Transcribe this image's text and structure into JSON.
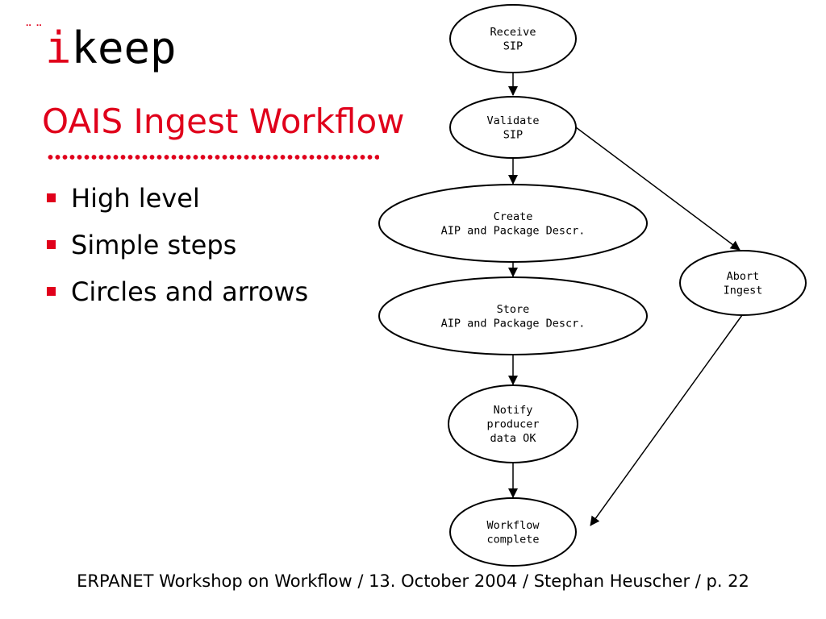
{
  "colors": {
    "accent": "#e0001b",
    "text": "#000000",
    "node_stroke": "#000000"
  },
  "logo": {
    "dots": "¨¨",
    "letter_i": "i",
    "rest": "keep"
  },
  "slide": {
    "title": "OAIS Ingest Workflow",
    "bullets": [
      "High level",
      "Simple steps",
      "Circles and arrows"
    ]
  },
  "diagram": {
    "nodes": [
      {
        "id": "receive",
        "lines": [
          "Receive",
          "SIP"
        ]
      },
      {
        "id": "validate",
        "lines": [
          "Validate",
          "SIP"
        ]
      },
      {
        "id": "create",
        "lines": [
          "Create",
          "AIP and Package Descr."
        ]
      },
      {
        "id": "store",
        "lines": [
          "Store",
          "AIP and Package Descr."
        ]
      },
      {
        "id": "notify",
        "lines": [
          "Notify",
          "producer",
          "data OK"
        ]
      },
      {
        "id": "complete",
        "lines": [
          "Workflow",
          "complete"
        ]
      },
      {
        "id": "abort",
        "lines": [
          "Abort",
          "Ingest"
        ]
      }
    ],
    "edges": [
      [
        "receive",
        "validate"
      ],
      [
        "validate",
        "create"
      ],
      [
        "validate",
        "abort"
      ],
      [
        "create",
        "store"
      ],
      [
        "store",
        "notify"
      ],
      [
        "notify",
        "complete"
      ],
      [
        "abort",
        "complete"
      ]
    ]
  },
  "footer": {
    "text": "ERPANET Workshop on Workflow / 13. October 2004 / Stephan Heuscher / p. 22"
  }
}
